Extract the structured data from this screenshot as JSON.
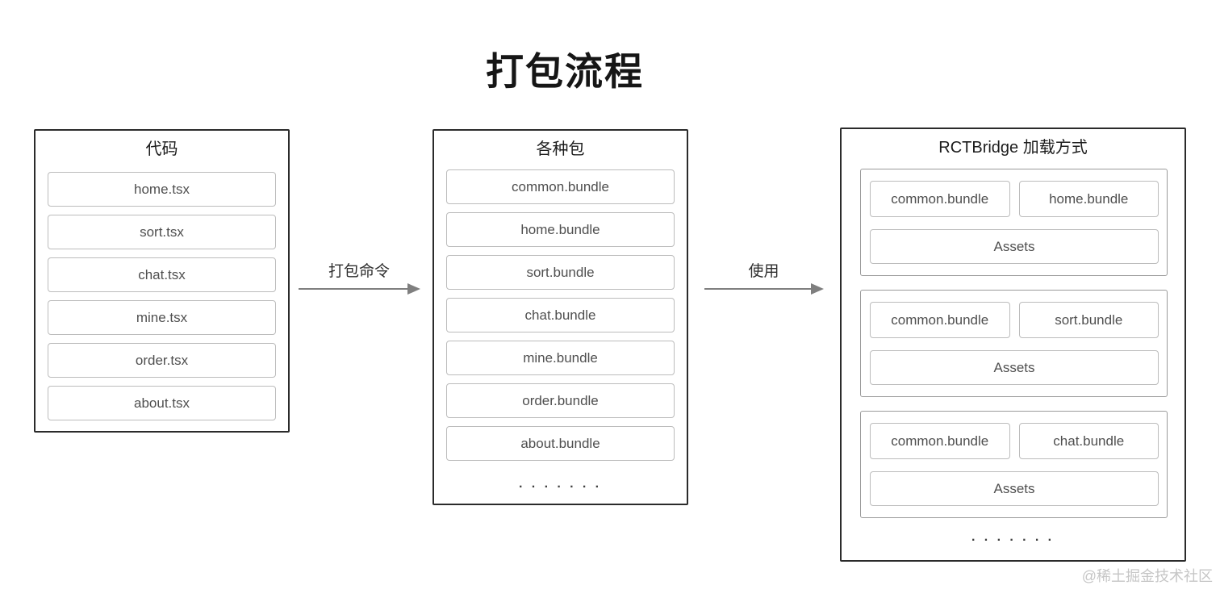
{
  "title": "打包流程",
  "watermark": "@稀土掘金技术社区",
  "arrows": {
    "pack": {
      "label": "打包命令"
    },
    "use": {
      "label": "使用"
    }
  },
  "panels": {
    "code": {
      "title": "代码",
      "items": [
        "home.tsx",
        "sort.tsx",
        "chat.tsx",
        "mine.tsx",
        "order.tsx",
        "about.tsx"
      ]
    },
    "bundles": {
      "title": "各种包",
      "items": [
        "common.bundle",
        "home.bundle",
        "sort.bundle",
        "chat.bundle",
        "mine.bundle",
        "order.bundle",
        "about.bundle"
      ],
      "ellipsis": "· · · · · · ·"
    },
    "rct": {
      "title": "RCTBridge 加载方式",
      "groups": [
        {
          "left": "common.bundle",
          "right": "home.bundle",
          "bottom": "Assets"
        },
        {
          "left": "common.bundle",
          "right": "sort.bundle",
          "bottom": "Assets"
        },
        {
          "left": "common.bundle",
          "right": "chat.bundle",
          "bottom": "Assets"
        }
      ],
      "ellipsis": "· · · · · · ·"
    }
  },
  "colors": {
    "panel_border": "#2b2b2b",
    "item_border": "#bcbcbc",
    "group_border": "#9a9a9a",
    "item_text": "#4f4f4f",
    "arrow": "#7f7f7f",
    "watermark": "#c6c6c6"
  }
}
